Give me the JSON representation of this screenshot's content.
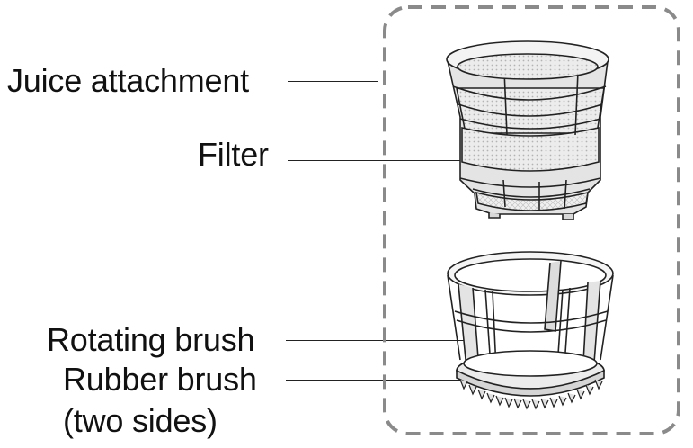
{
  "labels": {
    "juice_attachment": "Juice attachment",
    "filter": "Filter",
    "rotating_brush": "Rotating brush",
    "rubber_brush": "Rubber brush",
    "rubber_brush_note": "(two sides)"
  },
  "colors": {
    "ink": "#111111",
    "dashed_frame": "#8a8a8a",
    "part_fill": "#e6e6e6",
    "part_shade": "#cfcfcf",
    "mesh": "#bdbdbd"
  }
}
